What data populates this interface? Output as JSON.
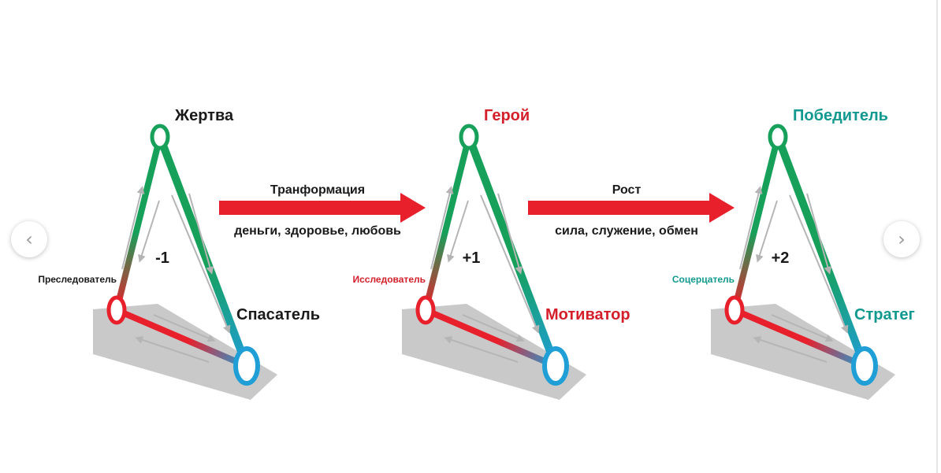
{
  "colors": {
    "green": "#16a05a",
    "blue": "#1f9fd6",
    "red": "#e8202c",
    "arrow": "#e8202c",
    "dark_text": "#1a1a1a",
    "teal_text": "#12998f",
    "grey": "#bdbdbd"
  },
  "triangles": [
    {
      "top": {
        "label": "Жертва",
        "color": "#1a1a1a"
      },
      "left": {
        "label": "Преследователь",
        "color": "#1a1a1a"
      },
      "right": {
        "label": "Спасатель",
        "color": "#1a1a1a"
      },
      "score": "-1"
    },
    {
      "top": {
        "label": "Герой",
        "color": "#d41f2b"
      },
      "left": {
        "label": "Исследователь",
        "color": "#d41f2b"
      },
      "right": {
        "label": "Мотиватор",
        "color": "#d41f2b"
      },
      "score": "+1"
    },
    {
      "top": {
        "label": "Победитель",
        "color": "#12998f"
      },
      "left": {
        "label": "Соцерцатель",
        "color": "#12998f"
      },
      "right": {
        "label": "Стратег",
        "color": "#12998f"
      },
      "score": "+2"
    }
  ],
  "transitions": [
    {
      "title": "Транформация",
      "subtitle": "деньги, здоровье, любовь"
    },
    {
      "title": "Рост",
      "subtitle": "сила, служение, обмен"
    }
  ],
  "nav": {
    "prev_icon": "chevron-left-icon",
    "next_icon": "chevron-right-icon",
    "prev_glyph": "‹",
    "next_glyph": "›"
  }
}
